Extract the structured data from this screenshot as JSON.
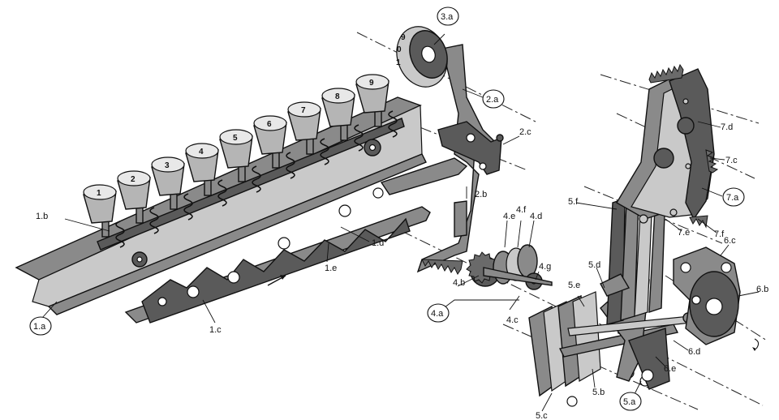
{
  "key_numbers": [
    "1",
    "2",
    "3",
    "4",
    "5",
    "6",
    "7",
    "8",
    "9"
  ],
  "digit_wheel_numerals": [
    "1",
    "0",
    "9"
  ],
  "labels": {
    "l1a": "1.a",
    "l1b": "1.b",
    "l1c": "1.c",
    "l1d": "1.d",
    "l1e": "1.e",
    "l2a": "2.a",
    "l2b": "2.b",
    "l2c": "2.c",
    "l3a": "3.a",
    "l4a": "4.a",
    "l4b": "4.b",
    "l4c": "4.c",
    "l4d": "4.d",
    "l4e": "4.e",
    "l4f": "4.f",
    "l4g": "4.g",
    "l5a": "5.a",
    "l5b": "5.b",
    "l5c": "5.c",
    "l5d": "5.d",
    "l5e": "5.e",
    "l5f": "5.f",
    "l6b": "6.b",
    "l6c": "6.c",
    "l6d": "6.d",
    "l6e": "6.e",
    "l7a": "7.a",
    "l7c": "7.c",
    "l7d": "7.d",
    "l7e": "7.e",
    "l7f": "7.f"
  }
}
